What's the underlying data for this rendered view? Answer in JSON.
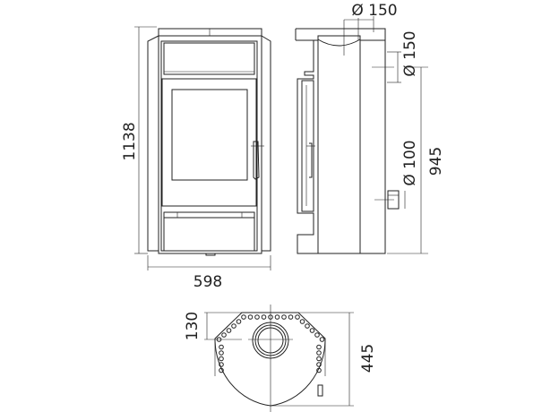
{
  "dimensions": {
    "height": "1138",
    "width": "598",
    "flue_top": "Ø 150",
    "flue_rear": "Ø 150",
    "air_inlet": "Ø 100",
    "rear_outlet_height": "945",
    "flue_offset": "130",
    "depth": "445"
  }
}
